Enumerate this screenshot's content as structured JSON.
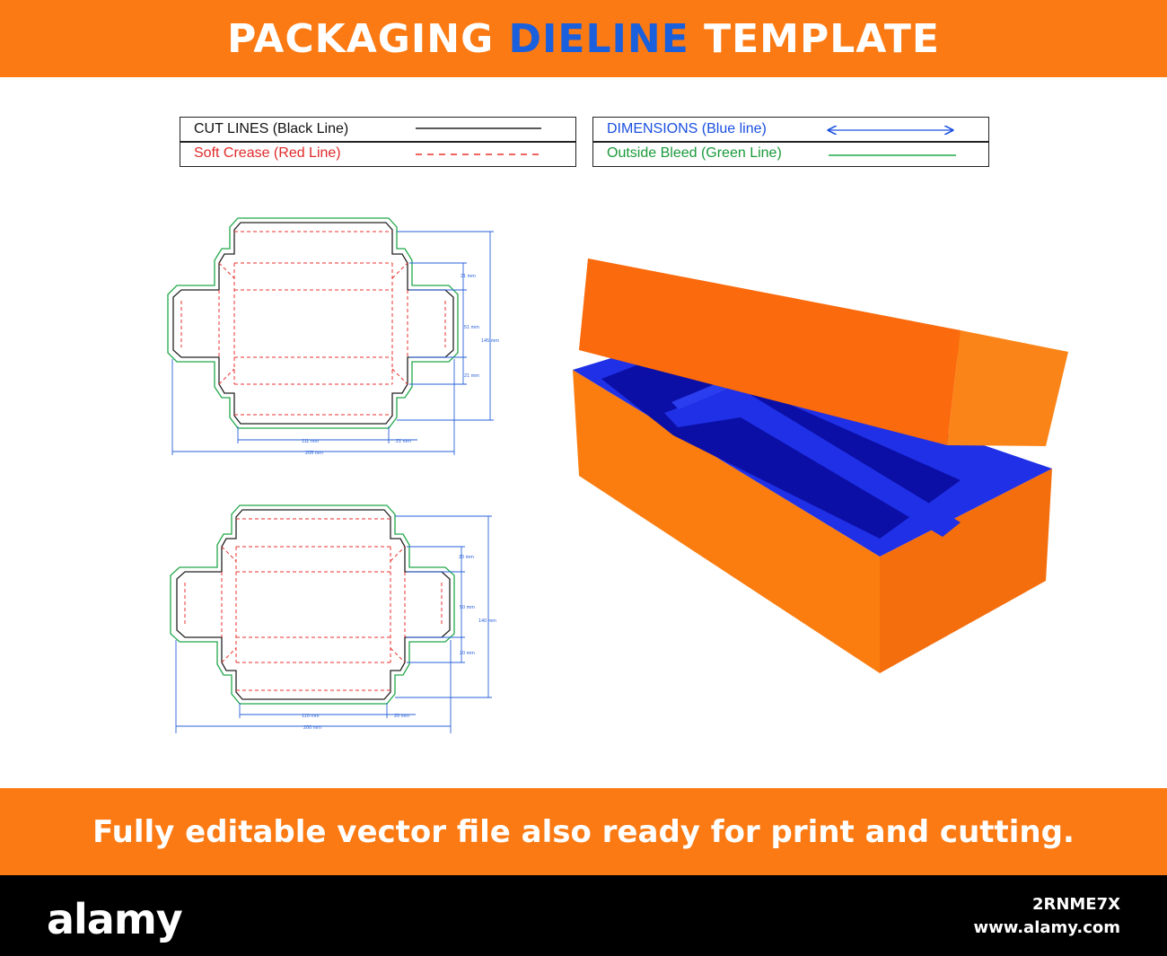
{
  "header": {
    "title_part1": "PACKAGING ",
    "title_accent": "DIELINE",
    "title_part2": " TEMPLATE"
  },
  "legend": {
    "cut_lines": "CUT LINES (Black Line)",
    "soft_crease": "Soft Crease (Red Line)",
    "dimensions": "DIMENSIONS (Blue line)",
    "outside_bleed": "Outside Bleed (Green Line)"
  },
  "dieline_top": {
    "dim_flap_top": "21 mm",
    "dim_depth": "51 mm",
    "dim_height": "145 mm",
    "dim_flap_bottom": "21 mm",
    "dim_width": "111 mm",
    "dim_side": "21 mm",
    "dim_total_width": "205 mm"
  },
  "dieline_bottom": {
    "dim_flap_top": "20 mm",
    "dim_depth": "50 mm",
    "dim_height": "140 mm",
    "dim_flap_bottom": "20 mm",
    "dim_width": "110 mm",
    "dim_side": "20 mm",
    "dim_total_width": "200 mm"
  },
  "footer": {
    "text": "Fully editable vector file also ready for print and cutting."
  },
  "credit": {
    "logo": "alamy",
    "image_id": "2RNME7X",
    "url": "www.alamy.com"
  },
  "colors": {
    "orange": "#fb7a14",
    "blue_accent": "#1a5fdc",
    "cut_line": "#222222",
    "crease_line": "#e8332f",
    "dimension_line": "#2a62d8",
    "bleed_line": "#22a84a",
    "box_blue": "#1f30e6",
    "box_blue_dark": "#0b0fa6"
  },
  "icons": {
    "box_render": "open-box-3d-icon",
    "dimension_arrow": "double-arrow-icon"
  }
}
